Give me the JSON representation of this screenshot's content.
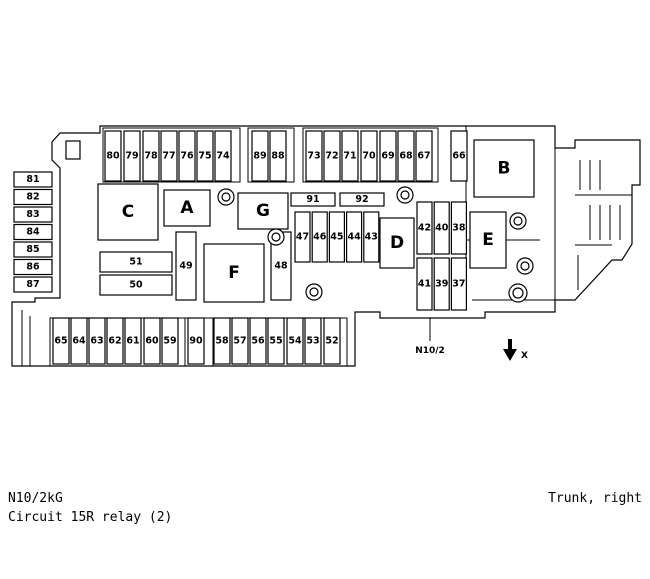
{
  "diagram": {
    "fuses_top": [
      "80",
      "79",
      "78",
      "77",
      "76",
      "75",
      "74",
      "89",
      "88",
      "73",
      "72",
      "71",
      "70",
      "69",
      "68",
      "67",
      "66"
    ],
    "fuses_left": [
      "81",
      "82",
      "83",
      "84",
      "85",
      "86",
      "87"
    ],
    "fuses_bottom": [
      "65",
      "64",
      "63",
      "62",
      "61",
      "60",
      "59",
      "90",
      "58",
      "57",
      "56",
      "55",
      "54",
      "53",
      "52"
    ],
    "fuses_middle": [
      "47",
      "46",
      "45",
      "44",
      "43"
    ],
    "fuses_right_upper": [
      "42",
      "40",
      "38"
    ],
    "fuses_right_lower": [
      "41",
      "39",
      "37"
    ],
    "fuses_misc": {
      "f91": "91",
      "f92": "92",
      "f51": "51",
      "f50": "50",
      "f49": "49",
      "f48": "48"
    },
    "relays": {
      "A": "A",
      "B": "B",
      "C": "C",
      "D": "D",
      "E": "E",
      "F": "F",
      "G": "G"
    },
    "connector_label": "N10/2",
    "direction_label": "X"
  },
  "caption": {
    "code": "N10/2kG",
    "description": "Circuit 15R relay (2)",
    "location": "Trunk, right"
  }
}
